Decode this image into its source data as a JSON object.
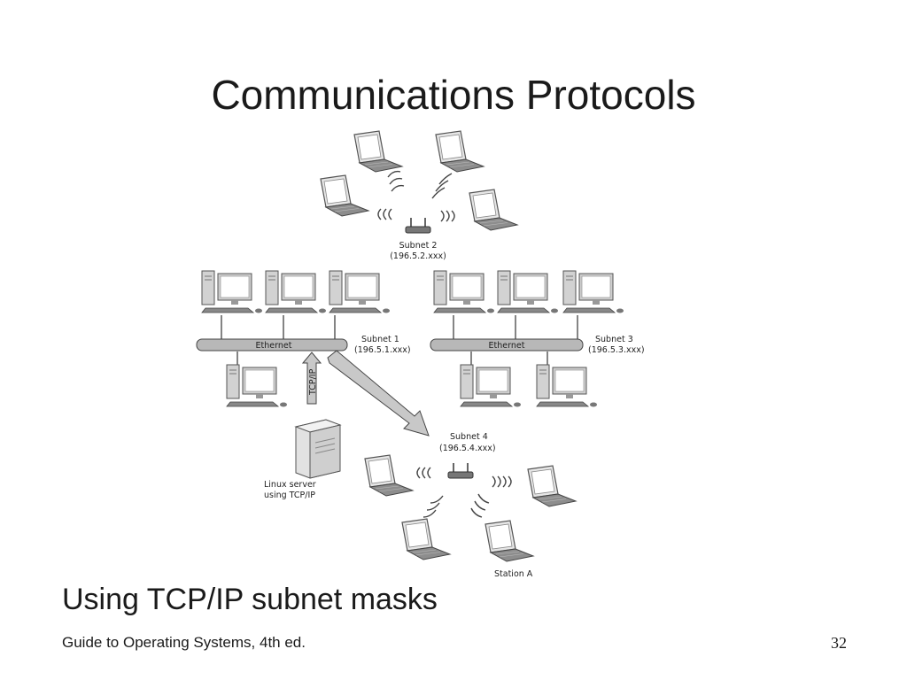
{
  "slide": {
    "title": "Communications Protocols",
    "caption": "Using TCP/IP subnet masks",
    "footer_left": "Guide to Operating Systems, 4th ed.",
    "page_number": "32"
  },
  "diagram": {
    "subnet2": {
      "name": "Subnet 2",
      "address": "(196.5.2.xxx)"
    },
    "subnet1": {
      "name": "Subnet 1",
      "address": "(196.5.1.xxx)",
      "bus_label": "Ethernet"
    },
    "subnet3": {
      "name": "Subnet 3",
      "address": "(196.5.3.xxx)",
      "bus_label": "Ethernet"
    },
    "subnet4": {
      "name": "Subnet 4",
      "address": "(196.5.4.xxx)"
    },
    "server": {
      "line1": "Linux server",
      "line2": "using TCP/IP"
    },
    "tcpip_label": "TCP/IP",
    "station_label": "Station A"
  },
  "icons": {
    "laptop": "laptop-icon",
    "desktop": "desktop-computer-icon",
    "router": "wireless-router-icon",
    "server": "server-icon"
  }
}
